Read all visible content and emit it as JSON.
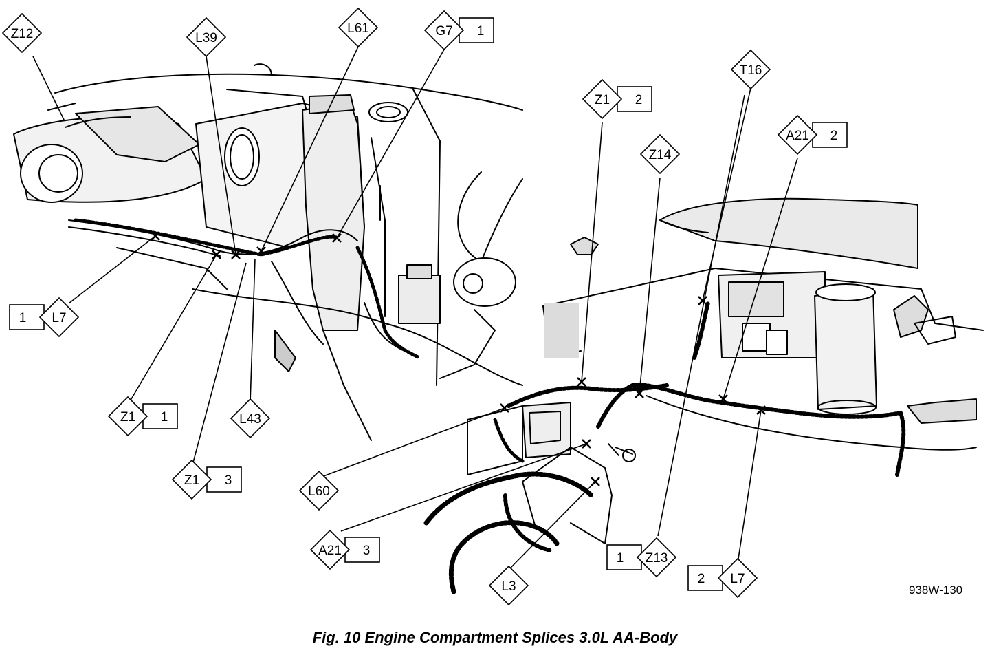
{
  "figure": {
    "caption": "Fig. 10 Engine Compartment Splices 3.0L AA-Body",
    "drawing_id": "938W-130"
  },
  "splices": [
    {
      "id": "Z12",
      "num": ""
    },
    {
      "id": "L39",
      "num": ""
    },
    {
      "id": "L61",
      "num": ""
    },
    {
      "id": "G7",
      "num": "1"
    },
    {
      "id": "L7",
      "num": "1"
    },
    {
      "id": "Z1",
      "num": "1"
    },
    {
      "id": "L43",
      "num": ""
    },
    {
      "id": "Z1",
      "num": "3"
    },
    {
      "id": "Z1",
      "num": "2"
    },
    {
      "id": "T16",
      "num": ""
    },
    {
      "id": "Z14",
      "num": ""
    },
    {
      "id": "A21",
      "num": "2"
    },
    {
      "id": "L60",
      "num": ""
    },
    {
      "id": "A21",
      "num": "3"
    },
    {
      "id": "L3",
      "num": ""
    },
    {
      "id": "Z13",
      "num": "1"
    },
    {
      "id": "L7",
      "num": "2"
    }
  ]
}
